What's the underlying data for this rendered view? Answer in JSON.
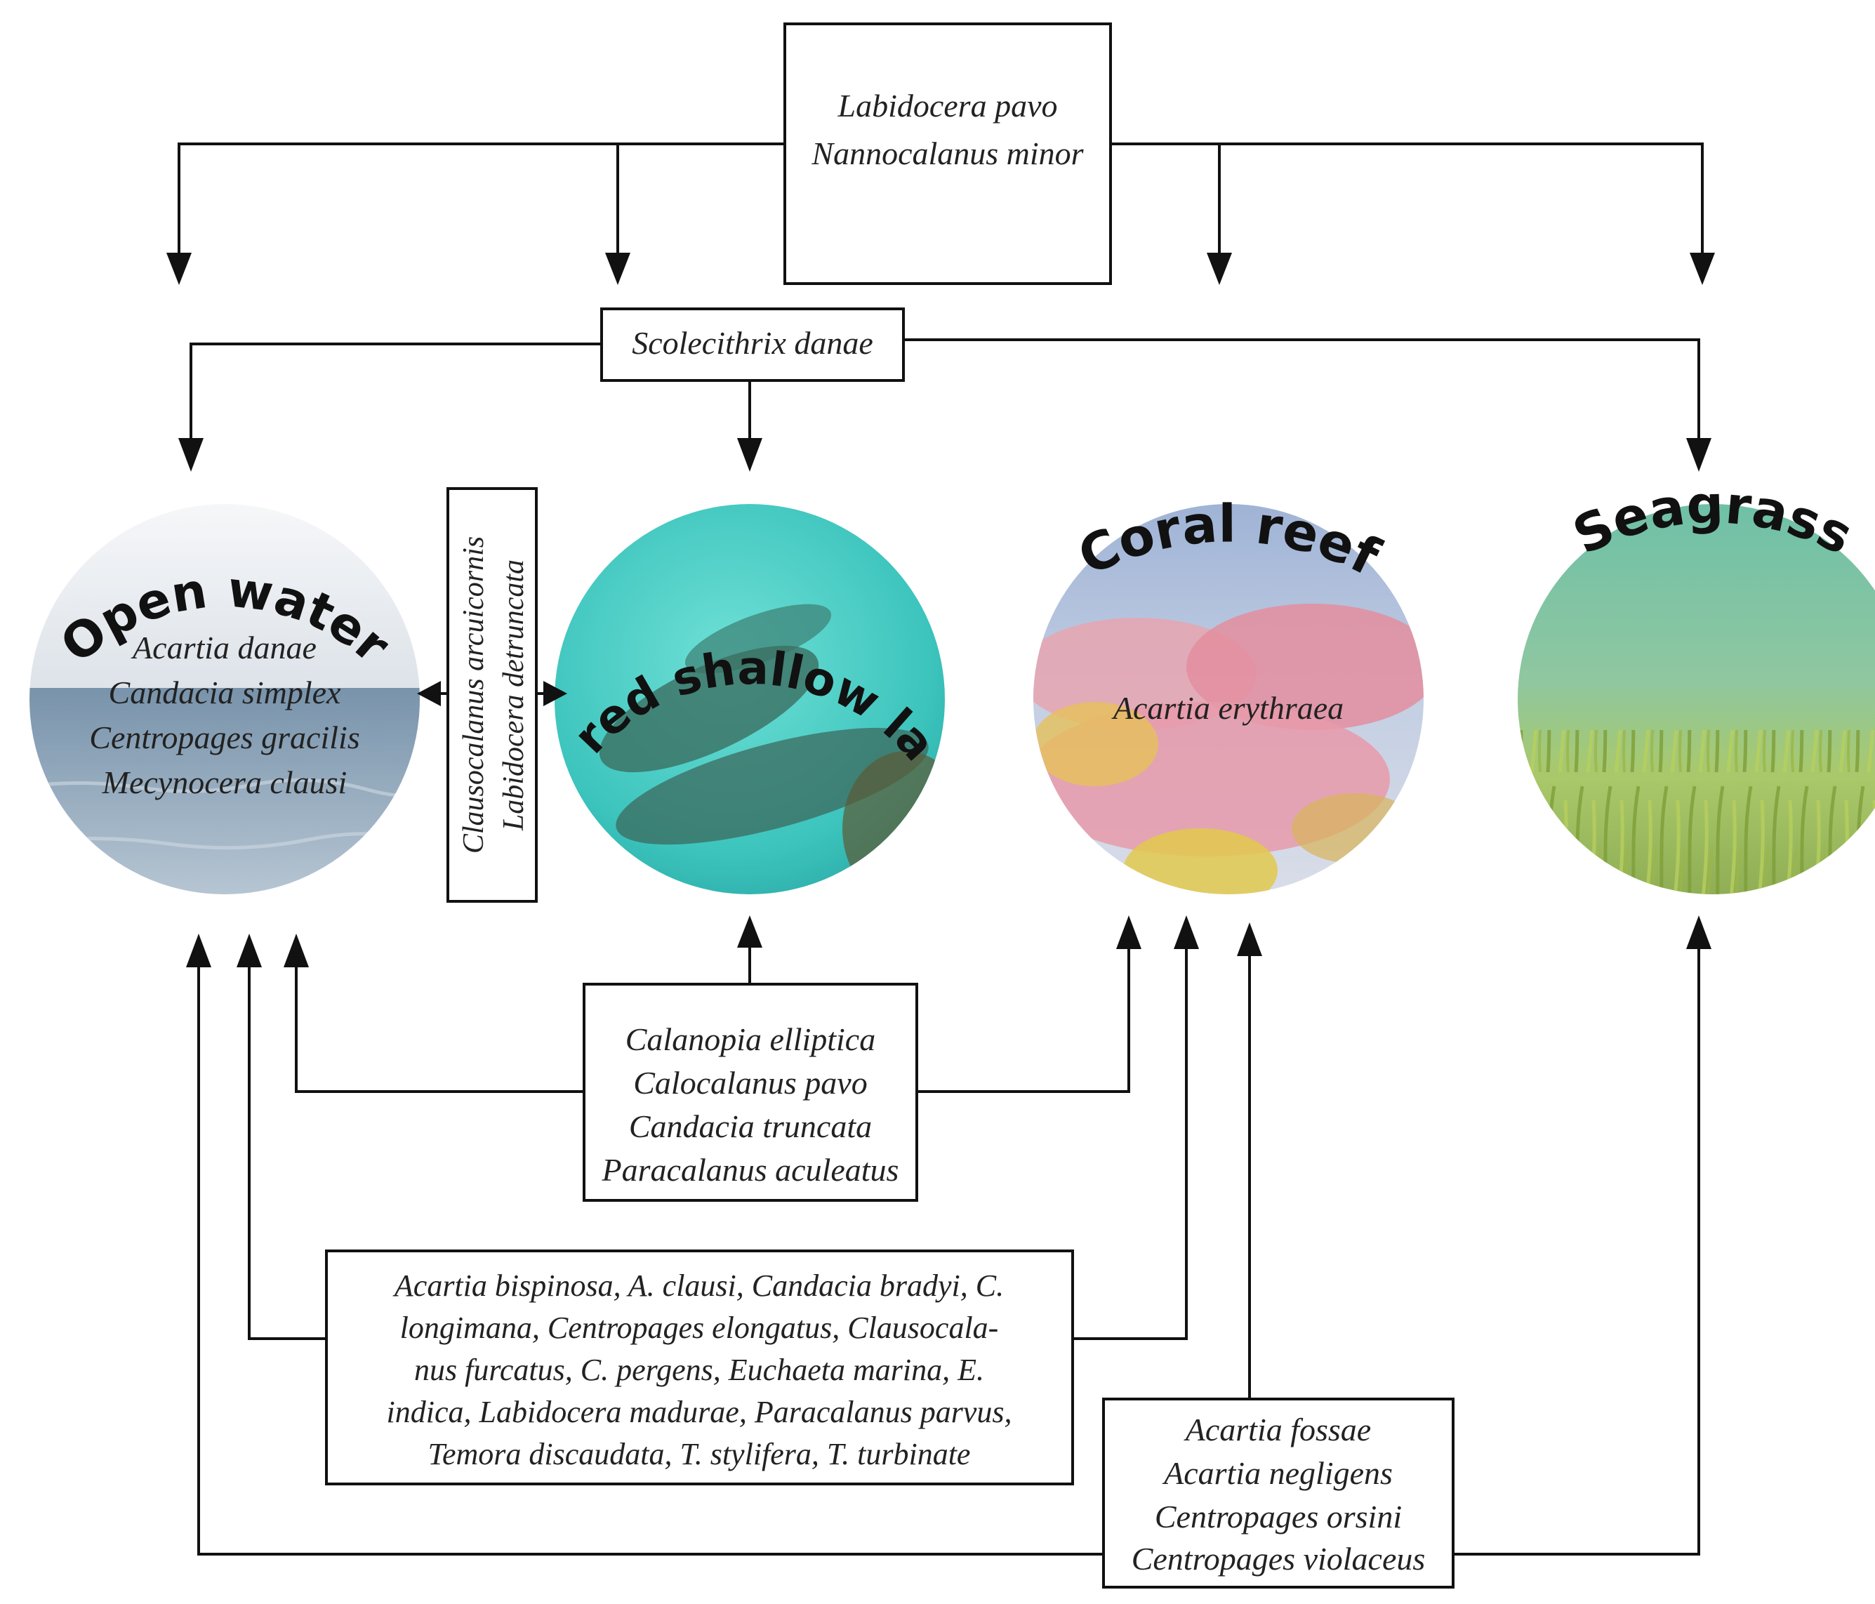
{
  "top_box": {
    "lines": [
      "Labidocera pavo",
      "Nannocalanus minor"
    ]
  },
  "scolecithrix_box": {
    "lines": [
      "Scolecithrix danae"
    ]
  },
  "side_box": {
    "lines": [
      "Clausocalanus arcuicornis",
      "Labidocera detruncata"
    ]
  },
  "habitats": [
    {
      "id": "open-water",
      "title": "Open water",
      "species": [
        "Acartia danae",
        "Candacia simplex",
        "Centropages gracilis",
        "Mecynocera clausi"
      ]
    },
    {
      "id": "sheltered-shallow-lagoons",
      "title": "Sheltered shallow lagoons",
      "species": []
    },
    {
      "id": "coral-reef",
      "title": "Coral reef",
      "species": [
        "Acartia erythraea"
      ]
    },
    {
      "id": "seagrass",
      "title": "Seagrass",
      "species": []
    }
  ],
  "calanopia_box": {
    "lines": [
      "Calanopia elliptica",
      "Calocalanus pavo",
      "Candacia truncata",
      "Paracalanus aculeatus"
    ]
  },
  "acartia_bispinosa_box": {
    "lines": [
      "Acartia bispinosa, A. clausi, Candacia bradyi, C.",
      "longimana, Centropages elongatus, Clausocala-",
      "nus furcatus, C. pergens, Euchaeta marina, E.",
      "indica, Labidocera madurae, Paracalanus parvus,",
      "Temora discaudata, T. stylifera, T. turbinate"
    ]
  },
  "acartia_fossae_box": {
    "lines": [
      "Acartia fossae",
      "Acartia negligens",
      "Centropages orsini",
      "Centropages violaceus"
    ]
  },
  "colors": {
    "open_water_sky": "#eef1f4",
    "open_water_sea": "#8fa8bd",
    "lagoon_water": "#3fc6bf",
    "lagoon_rock": "#3d6e63",
    "coral_water": "#aebfd8",
    "coral_pink": "#e58f9e",
    "coral_yellow": "#d9c44a",
    "seagrass_water": "#7fbf9f",
    "seagrass_grass": "#9fbf4f"
  }
}
